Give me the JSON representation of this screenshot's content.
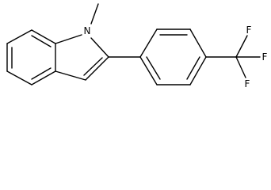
{
  "molecule": {
    "atoms": {
      "nitrogen": "N",
      "fluorine_top": "F",
      "fluorine_right": "F",
      "fluorine_bottom": "F"
    },
    "colors": {
      "bond": "#000000",
      "label": "#000000",
      "background": "#ffffff"
    }
  }
}
